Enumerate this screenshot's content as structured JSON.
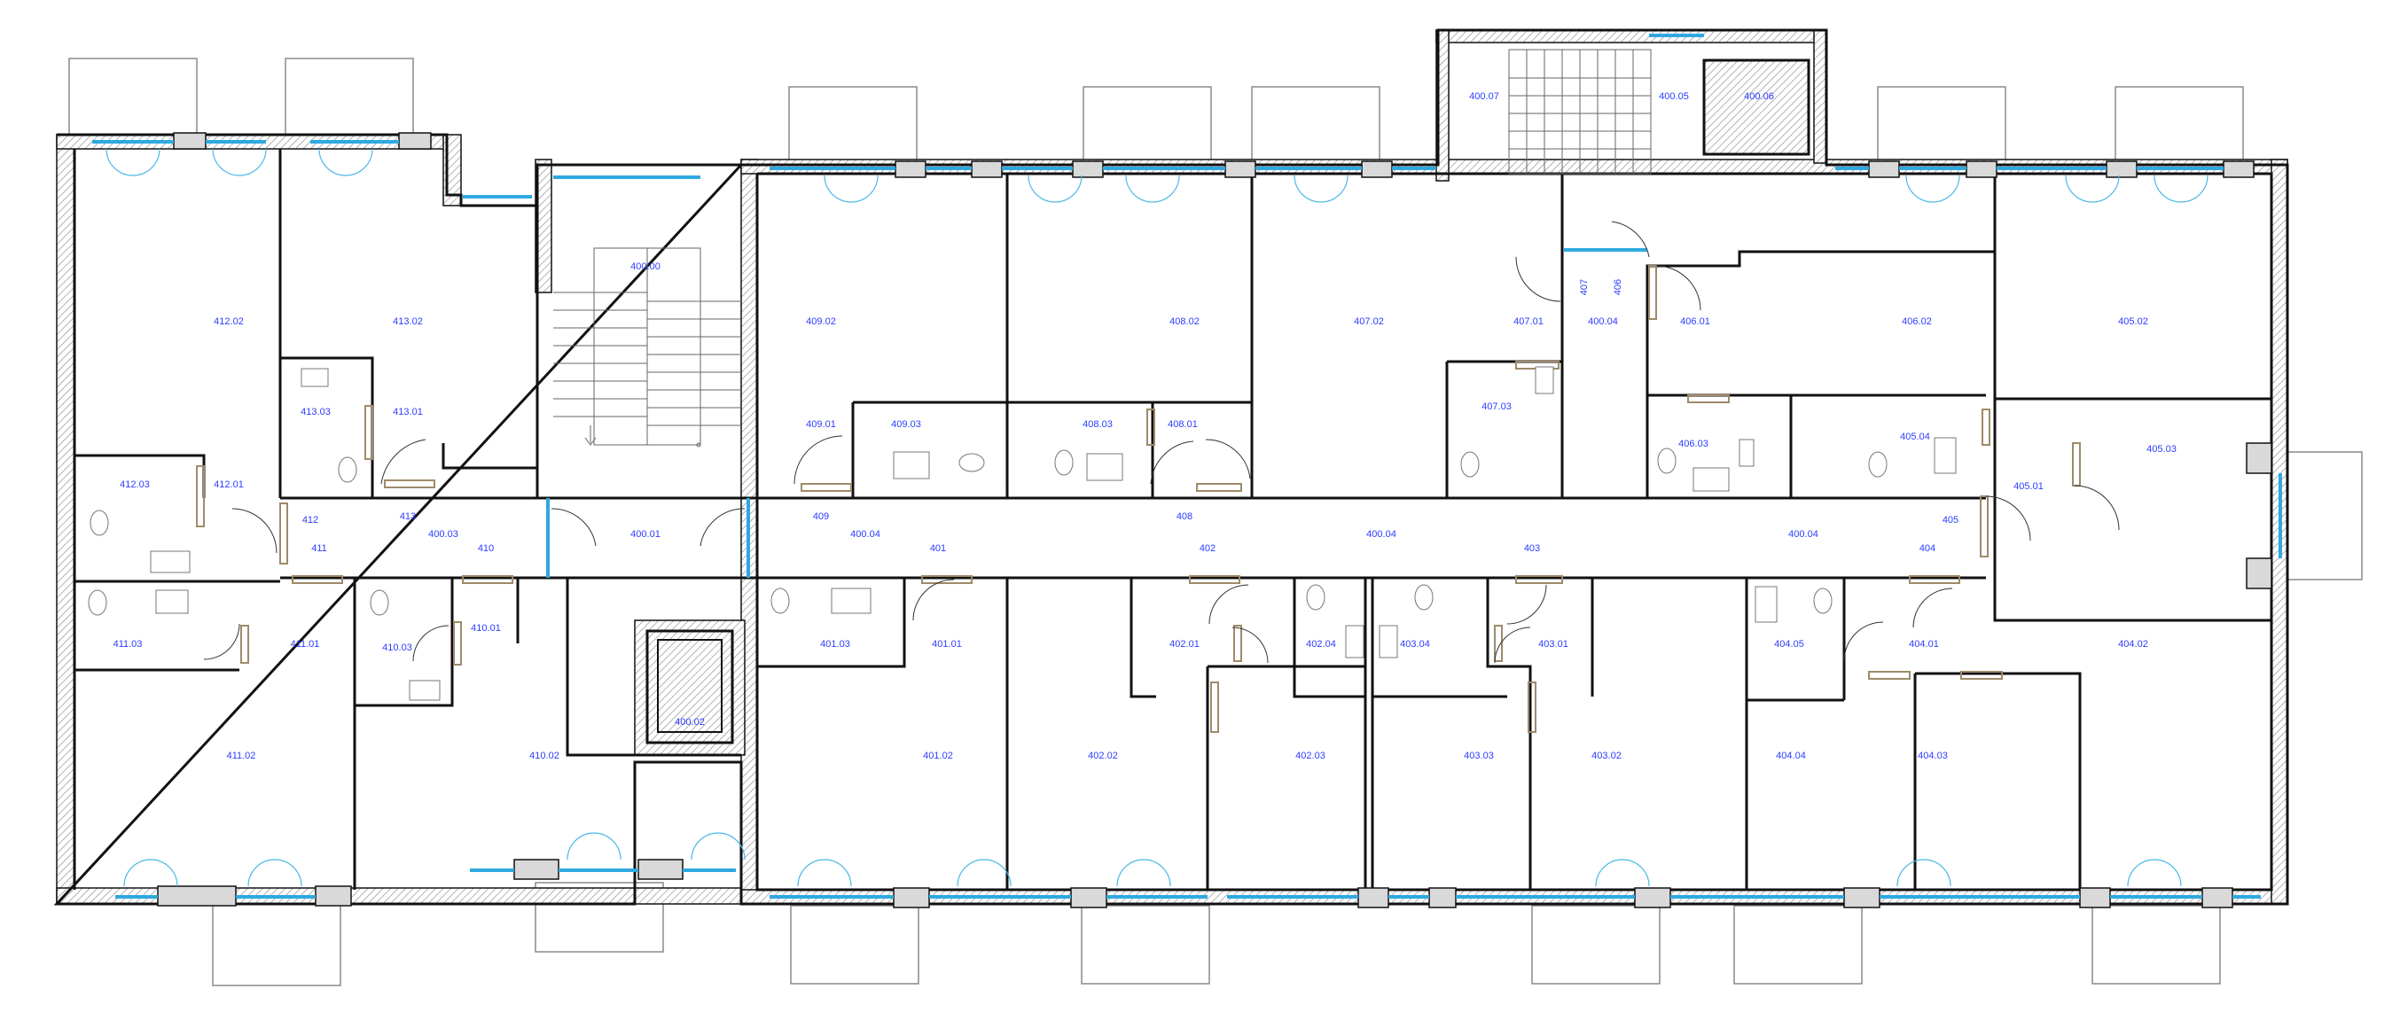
{
  "rooms": [
    "412.02",
    "413.02",
    "400.00",
    "409.02",
    "408.02",
    "407.02",
    "407.01",
    "400.04",
    "406.01",
    "406.02",
    "405.02",
    "400.07",
    "400.05",
    "400.06",
    "413.03",
    "413.01",
    "409.01",
    "409.03",
    "408.03",
    "408.01",
    "407.03",
    "406.03",
    "405.04",
    "405.03",
    "412.03",
    "412.01",
    "413",
    "412",
    "400.03",
    "411",
    "410",
    "400.01",
    "409",
    "400.04",
    "401",
    "408",
    "402",
    "400.04",
    "403",
    "400.04",
    "404",
    "405",
    "405.01",
    "407",
    "406",
    "411.03",
    "411.01",
    "410.03",
    "410.01",
    "401.03",
    "401.01",
    "402.01",
    "402.04",
    "403.04",
    "403.01",
    "404.05",
    "404.01",
    "404.02",
    "400.02",
    "411.02",
    "410.02",
    "401.02",
    "402.02",
    "402.03",
    "403.03",
    "403.02",
    "404.04",
    "404.03"
  ],
  "colors": {
    "label": "#2c3cff",
    "wall": "#111111",
    "window": "#2fa8e0",
    "hatch": "#999999"
  }
}
